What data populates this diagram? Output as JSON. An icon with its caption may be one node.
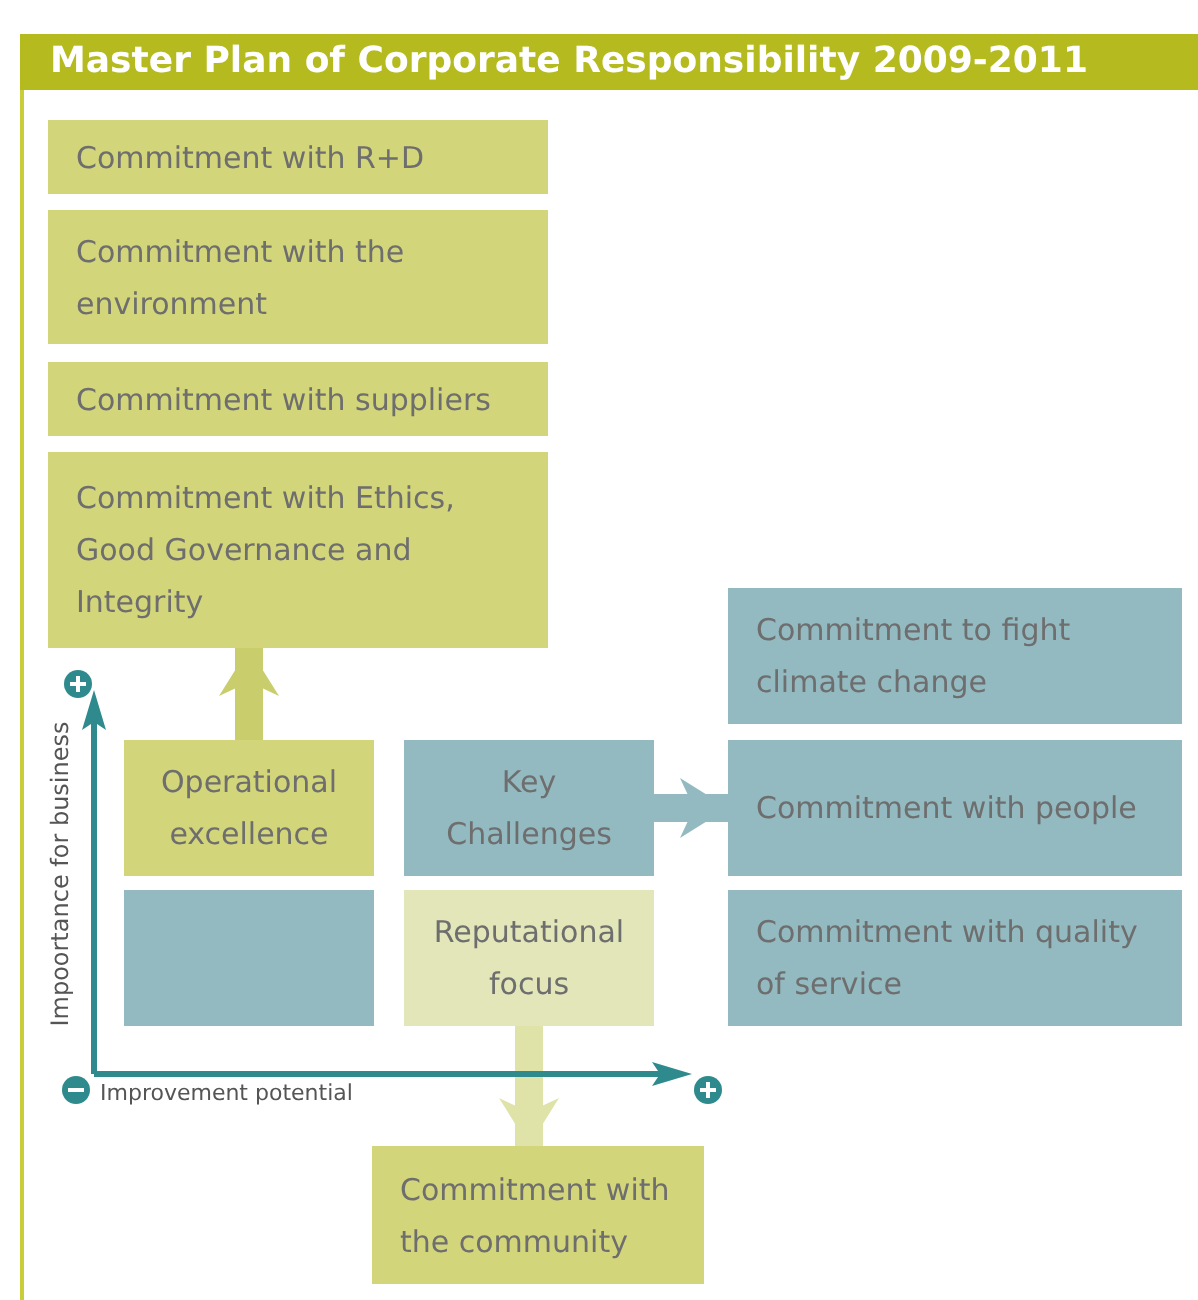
{
  "diagram": {
    "title": "Master Plan of Corporate Responsibility 2009-2011",
    "nodes": [
      {
        "text": [
          "Commitment with R+D"
        ]
      },
      {
        "text": [
          "Commitment with the environment"
        ]
      },
      {
        "text": [
          "Commitment with suppliers"
        ]
      },
      {
        "text": [
          "Commitment with Ethics, Good Governance and Integrity"
        ]
      },
      {
        "text": [
          "Commitment to fight climate change"
        ]
      },
      {
        "text": [
          "Operational excellence"
        ]
      },
      {
        "text": [
          "Key Challenges"
        ]
      },
      {
        "text": [
          "Commitment with people"
        ]
      },
      {
        "text": [],
        "shape": "box"
      },
      {
        "text": [
          "Reputational focus"
        ]
      },
      {
        "text": [
          "Commitment with quality of service"
        ]
      },
      {
        "text": [
          "Commitment with the community"
        ]
      }
    ],
    "edges": [
      {
        "from": 5,
        "to": 3,
        "arrow": "to",
        "color": "#c9cd6c"
      },
      {
        "from": 6,
        "to": 7,
        "arrow": "to",
        "color": "#93bac1"
      },
      {
        "from": 9,
        "to": 11,
        "arrow": "to",
        "color": "#dfe3a8"
      }
    ],
    "labels": [
      "Impoortance for business",
      "Improvement potential"
    ]
  }
}
